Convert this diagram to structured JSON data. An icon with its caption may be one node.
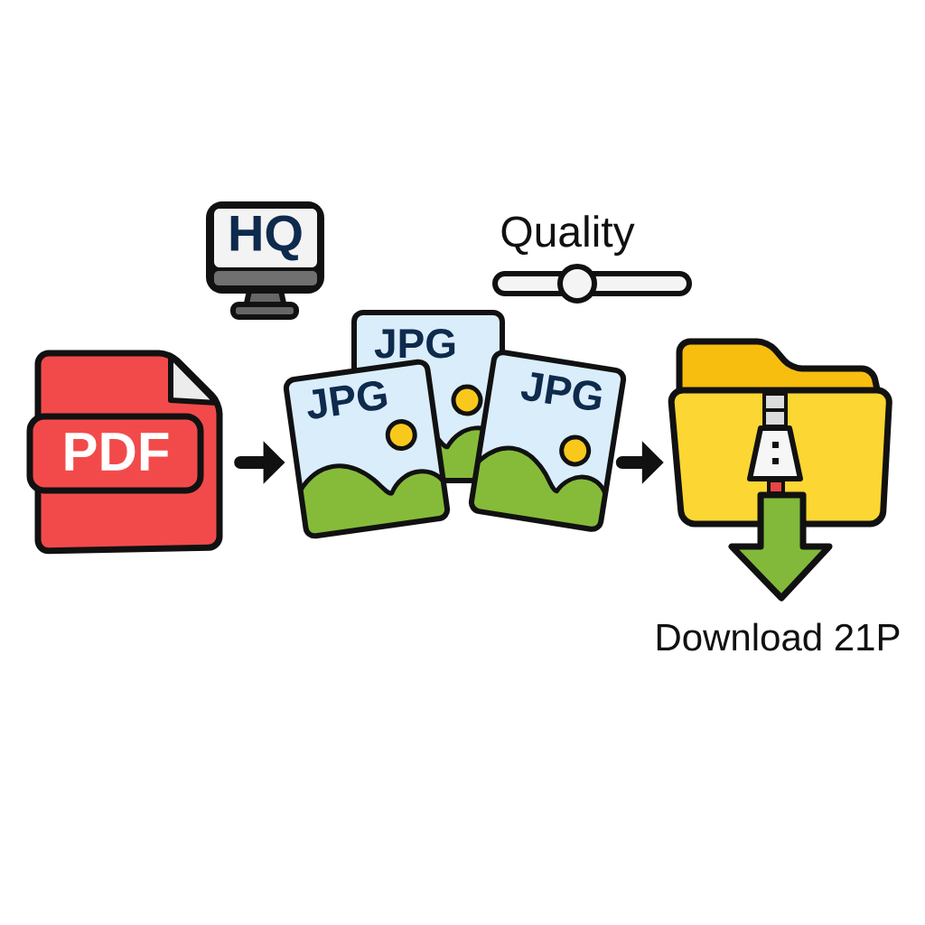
{
  "diagram": {
    "nodes": [
      {
        "text": [
          "HQ"
        ]
      },
      {
        "text": [
          "PDF"
        ]
      },
      {
        "text": [
          "JPG"
        ]
      },
      {
        "text": [
          "JPG"
        ]
      },
      {
        "text": [
          "JPG"
        ]
      },
      {
        "text": [],
        "shape": "picture",
        "beside": [
          "Download 21P"
        ]
      }
    ],
    "edges": [
      {
        "from": 1,
        "to": 2,
        "arrow": "to"
      },
      {
        "from": 4,
        "to": 5,
        "arrow": "to"
      }
    ],
    "labels": [
      "Quality"
    ]
  }
}
